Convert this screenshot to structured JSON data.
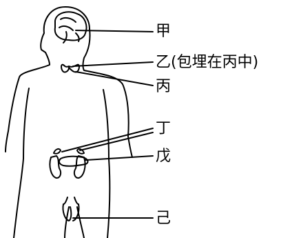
{
  "labels": {
    "jia": "甲",
    "yi": "乙(包埋在丙中)",
    "bing": "丙",
    "ding": "丁",
    "wu": "戊",
    "ji": "己"
  },
  "icons": {
    "brain": "brain-icon",
    "thyroid": "thyroid-icon",
    "adrenal": "adrenal-gland-icon",
    "pancreas": "pancreas-icon",
    "kidney": "kidney-icon",
    "testis": "testis-icon"
  },
  "colors": {
    "line": "#000000",
    "background": "#ffffff"
  }
}
